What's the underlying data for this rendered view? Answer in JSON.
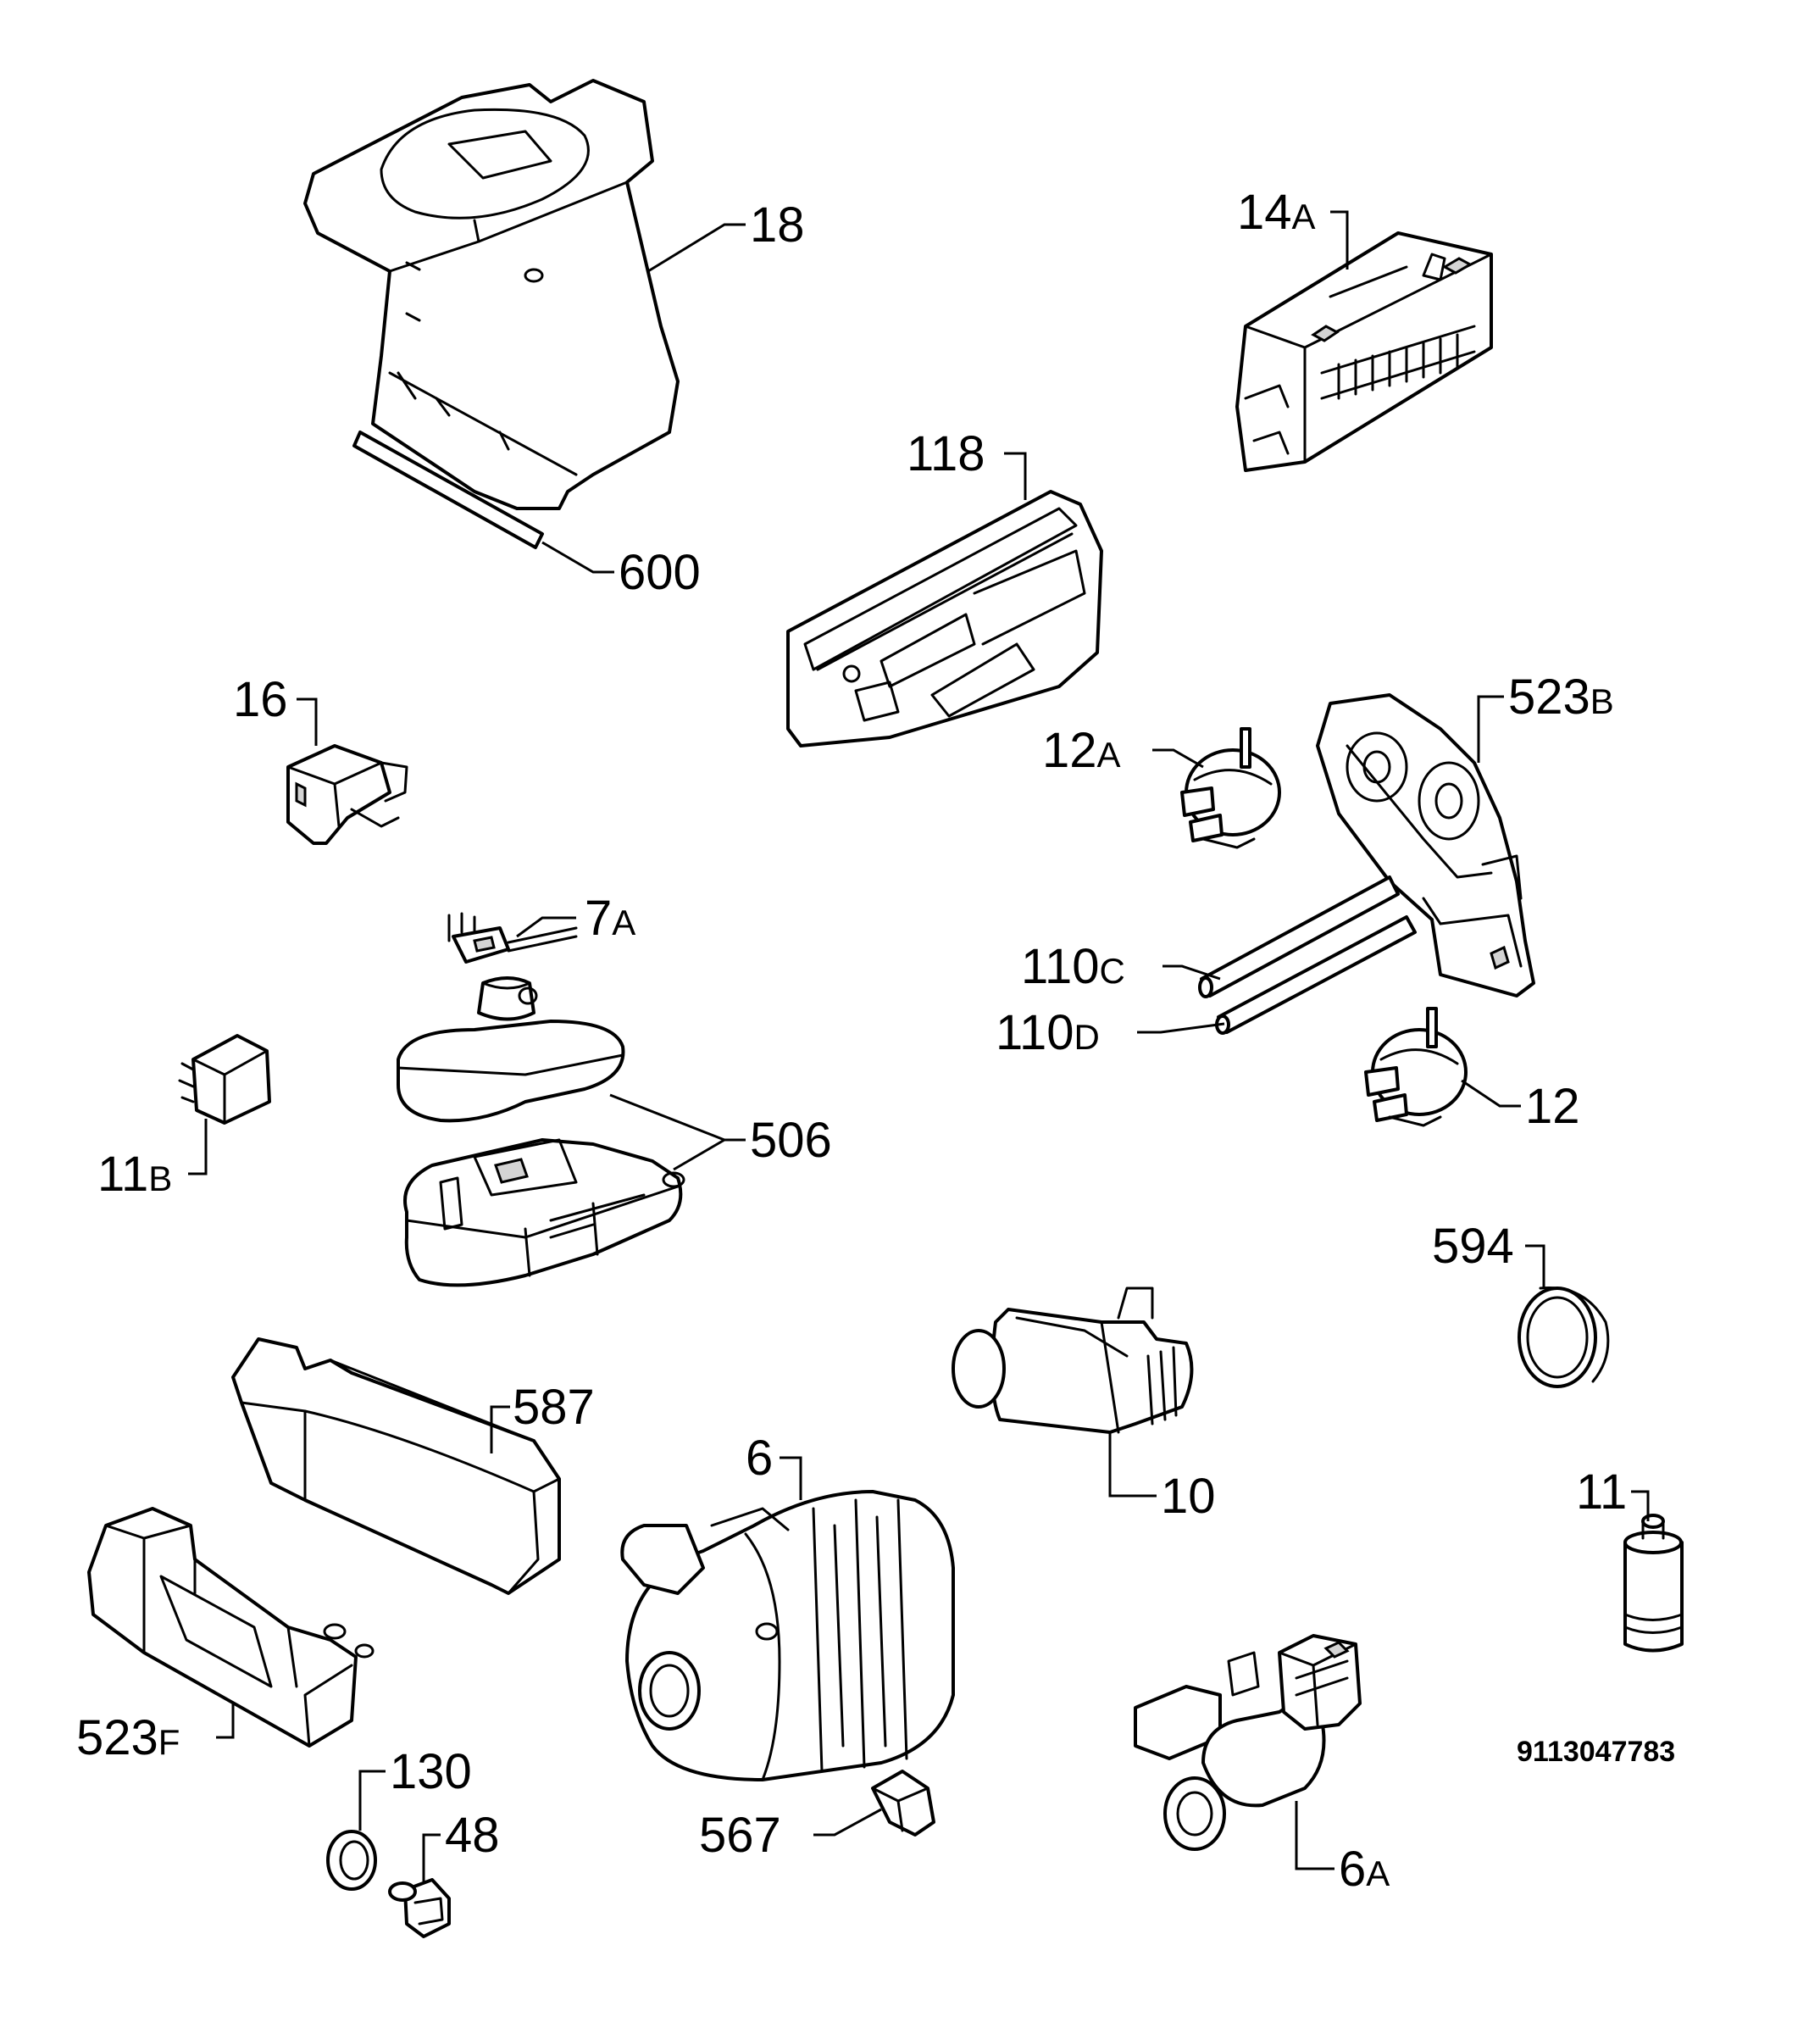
{
  "labels": {
    "p18": {
      "num": "18",
      "suffix": ""
    },
    "p600": {
      "num": "600",
      "suffix": ""
    },
    "p14a": {
      "num": "14",
      "suffix": "A"
    },
    "p118": {
      "num": "118",
      "suffix": ""
    },
    "p16": {
      "num": "16",
      "suffix": ""
    },
    "p12a": {
      "num": "12",
      "suffix": "A"
    },
    "p523b": {
      "num": "523",
      "suffix": "B"
    },
    "p7a": {
      "num": "7",
      "suffix": "A"
    },
    "p110c": {
      "num": "110",
      "suffix": "C"
    },
    "p110d": {
      "num": "110",
      "suffix": "D"
    },
    "p11b": {
      "num": "11",
      "suffix": "B"
    },
    "p506": {
      "num": "506",
      "suffix": ""
    },
    "p12": {
      "num": "12",
      "suffix": ""
    },
    "p594": {
      "num": "594",
      "suffix": ""
    },
    "p587": {
      "num": "587",
      "suffix": ""
    },
    "p6": {
      "num": "6",
      "suffix": ""
    },
    "p10": {
      "num": "10",
      "suffix": ""
    },
    "p11": {
      "num": "11",
      "suffix": ""
    },
    "p523f": {
      "num": "523",
      "suffix": "F"
    },
    "p130": {
      "num": "130",
      "suffix": ""
    },
    "p48": {
      "num": "48",
      "suffix": ""
    },
    "p567": {
      "num": "567",
      "suffix": ""
    },
    "p6a": {
      "num": "6",
      "suffix": "A"
    }
  },
  "drawing_code": "9113047783",
  "colors": {
    "line": "#000000",
    "background": "#ffffff",
    "shade": "#d4d4d4"
  }
}
